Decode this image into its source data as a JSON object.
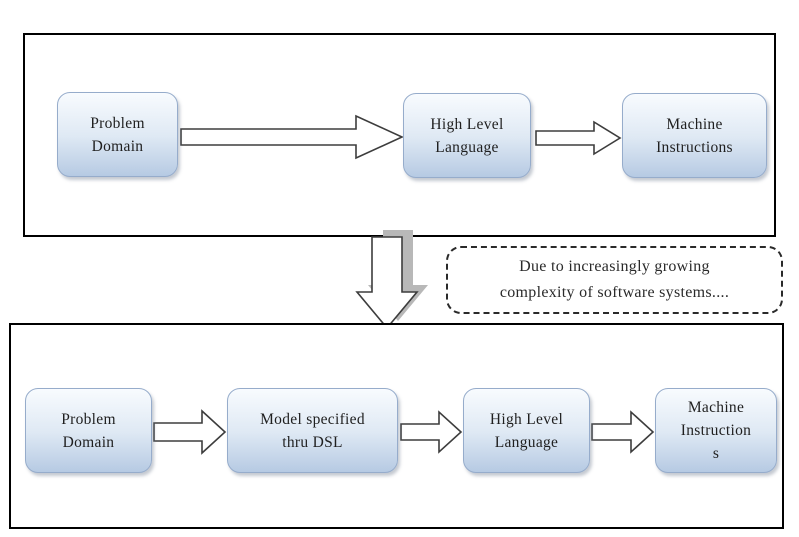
{
  "colors": {
    "canvas_bg": "#ffffff",
    "container_border": "#000000",
    "node_fill_top": "#f8fbfe",
    "node_fill_mid": "#dfe9f4",
    "node_fill_bottom": "#b6cae3",
    "node_border": "#96accb",
    "node_text": "#1f1f1f",
    "arrow_fill": "#ffffff",
    "arrow_outline": "#3d3d3d",
    "arrow_shadow": "#b8b8b8",
    "callout_border": "#2a2a2a",
    "callout_text": "#2a2a2a"
  },
  "top_flow": {
    "nodes": [
      {
        "lines": [
          "Problem",
          "Domain"
        ]
      },
      {
        "lines": [
          "High Level",
          "Language"
        ]
      },
      {
        "lines": [
          "Machine",
          "Instructions"
        ]
      }
    ]
  },
  "transition_callout": {
    "line1": "Due to increasingly growing",
    "line2": "complexity of software systems...."
  },
  "bottom_flow": {
    "nodes": [
      {
        "lines": [
          "Problem",
          "Domain"
        ]
      },
      {
        "lines": [
          "Model specified",
          "thru DSL"
        ]
      },
      {
        "lines": [
          "High Level",
          "Language"
        ]
      },
      {
        "lines": [
          "Machine",
          "Instruction",
          "s"
        ]
      }
    ]
  }
}
